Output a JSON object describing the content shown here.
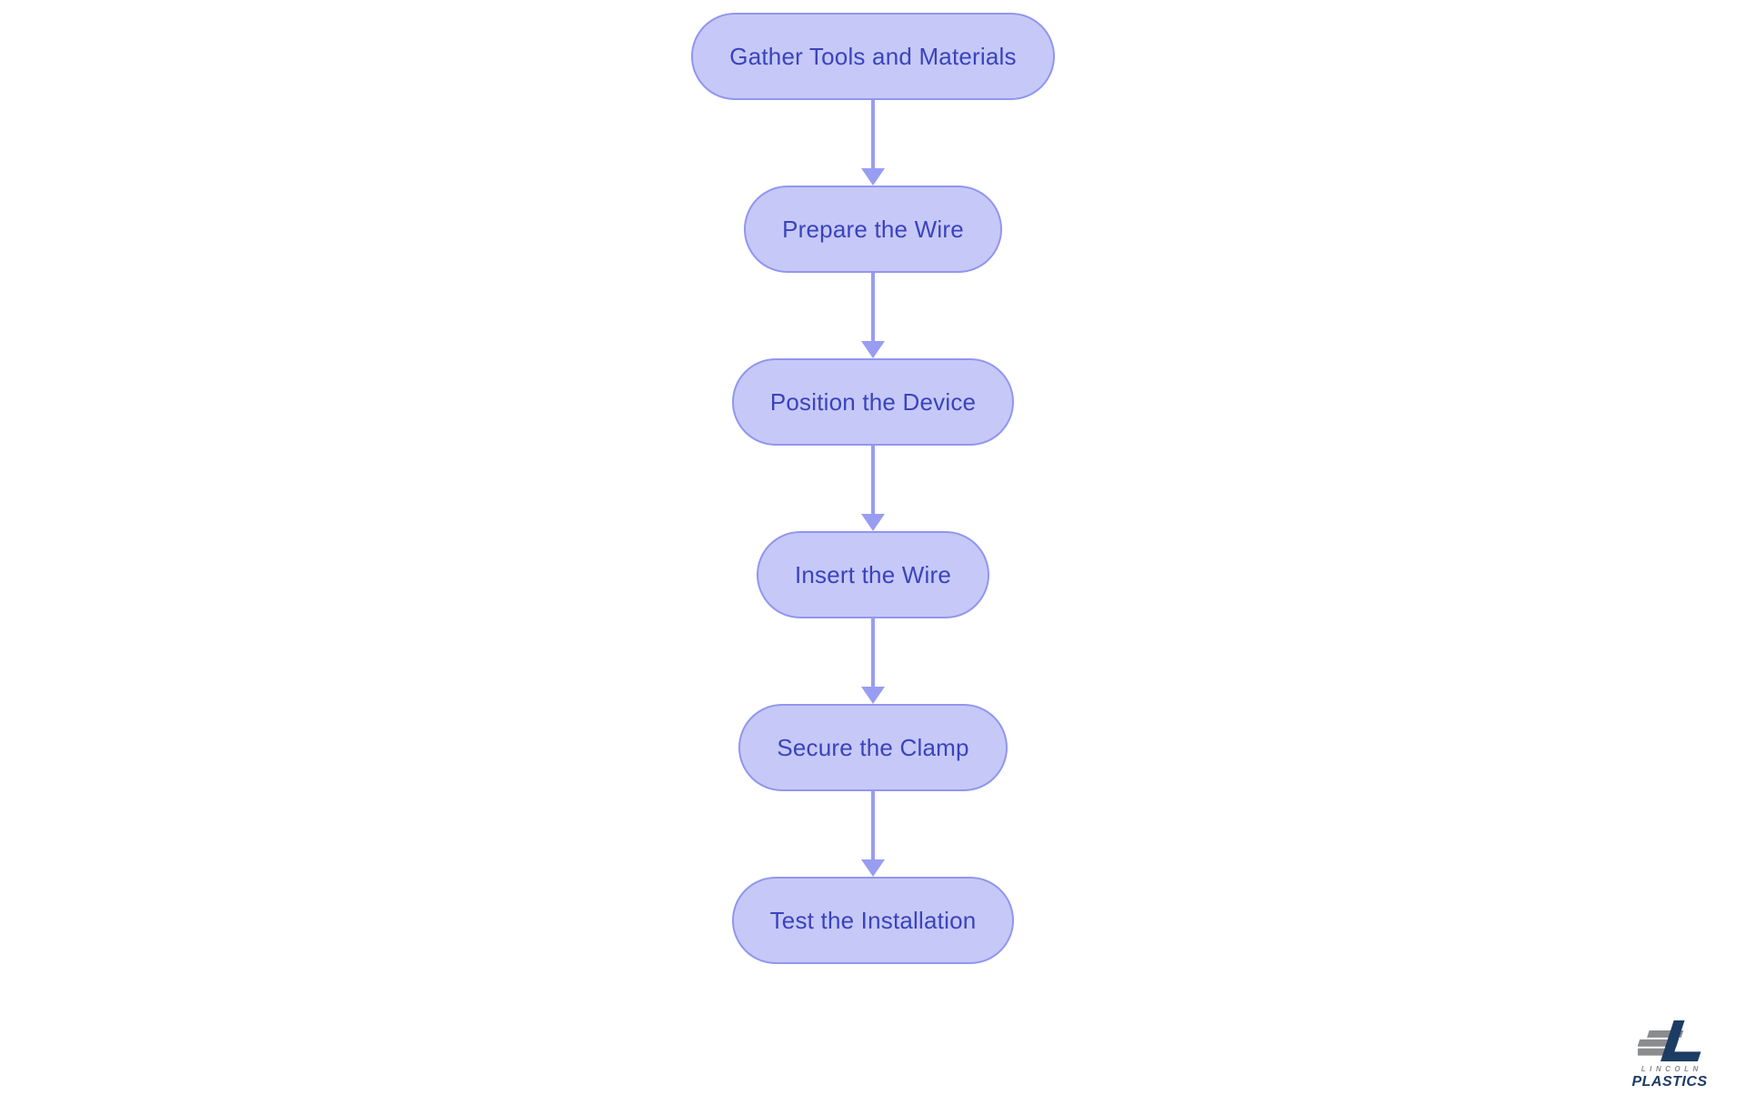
{
  "page": {
    "background": "#ffffff"
  },
  "flowchart": {
    "type": "flowchart",
    "direction": "top-down",
    "nodes": [
      {
        "id": "gather-tools",
        "label": "Gather Tools and Materials"
      },
      {
        "id": "prepare-wire",
        "label": "Prepare the Wire"
      },
      {
        "id": "position-device",
        "label": "Position the Device"
      },
      {
        "id": "insert-wire",
        "label": "Insert the Wire"
      },
      {
        "id": "secure-clamp",
        "label": "Secure the Clamp"
      },
      {
        "id": "test-installation",
        "label": "Test the Installation"
      }
    ],
    "edges": [
      [
        "gather-tools",
        "prepare-wire"
      ],
      [
        "prepare-wire",
        "position-device"
      ],
      [
        "position-device",
        "insert-wire"
      ],
      [
        "insert-wire",
        "secure-clamp"
      ],
      [
        "secure-clamp",
        "test-installation"
      ]
    ],
    "colors": {
      "node_fill": "#c6c9f7",
      "node_border": "#9196ef",
      "node_text": "#3b43bc",
      "arrow": "#999df1"
    }
  },
  "logo": {
    "line1": "LINCOLN",
    "line2": "PLASTICS",
    "colors": {
      "navy": "#1d3c64",
      "gray": "#8a8c8e"
    }
  }
}
